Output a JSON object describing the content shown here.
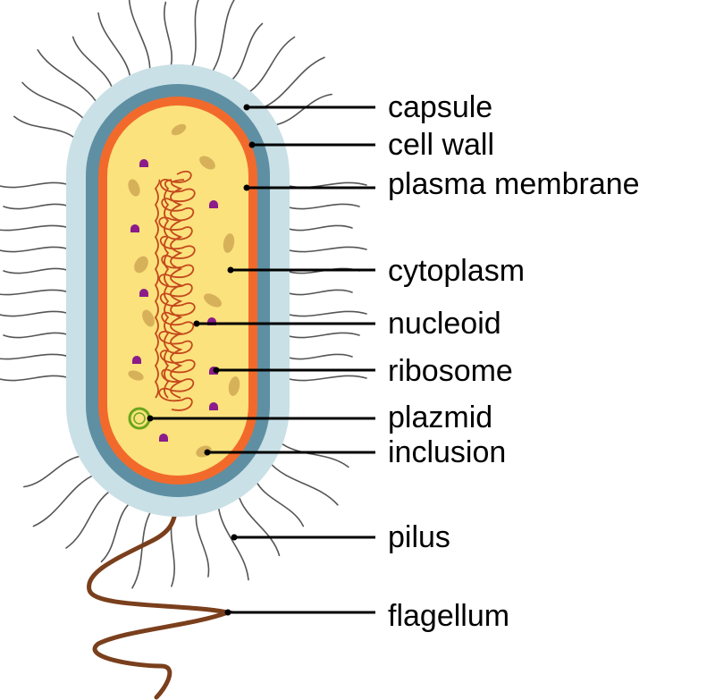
{
  "labels": {
    "capsule": "capsule",
    "cell_wall": "cell wall",
    "plasma_membrane": "plasma membrane",
    "cytoplasm": "cytoplasm",
    "nucleoid": "nucleoid",
    "ribosome": "ribosome",
    "plazmid": "plazmid",
    "inclusion": "inclusion",
    "pilus": "pilus",
    "flagellum": "flagellum"
  },
  "colors": {
    "capsule": "#c9e0e6",
    "cell_wall": "#5f8fa3",
    "plasma_membrane": "#f26a2b",
    "cytoplasm": "#fbe27d",
    "nucleoid": "#c4481c",
    "ribosome": "#8b1c8a",
    "plazmid": "#6aa51c",
    "inclusion": "#d6b15a",
    "pilus": "#555555",
    "flagellum": "#7a3f1c",
    "leader": "#000000"
  }
}
